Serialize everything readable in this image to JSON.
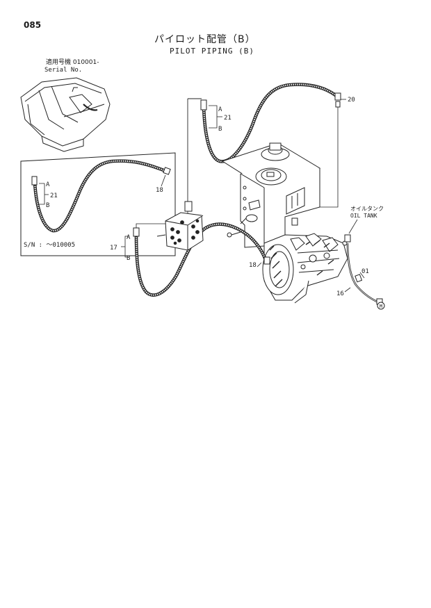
{
  "page_number": "085",
  "title": {
    "japanese": "パイロット配管（B）",
    "english": "PILOT PIPING (B)"
  },
  "serial": {
    "japanese": "適用号機 010001-",
    "english": "Serial No."
  },
  "inset_note": "S/N : ～010005",
  "oil_tank_label": {
    "japanese": "オイルタンク",
    "english": "OIL TANK"
  },
  "callouts": {
    "p20": "20",
    "p21": "21",
    "p21_inset": "21",
    "p18_inset": "18",
    "p18": "18",
    "p17": "17",
    "p16": "16",
    "p01": "01",
    "a_top": "A",
    "b_top": "B",
    "a_inset": "A",
    "b_inset": "B",
    "a_17": "A",
    "b_17": "B",
    "m": "M"
  }
}
